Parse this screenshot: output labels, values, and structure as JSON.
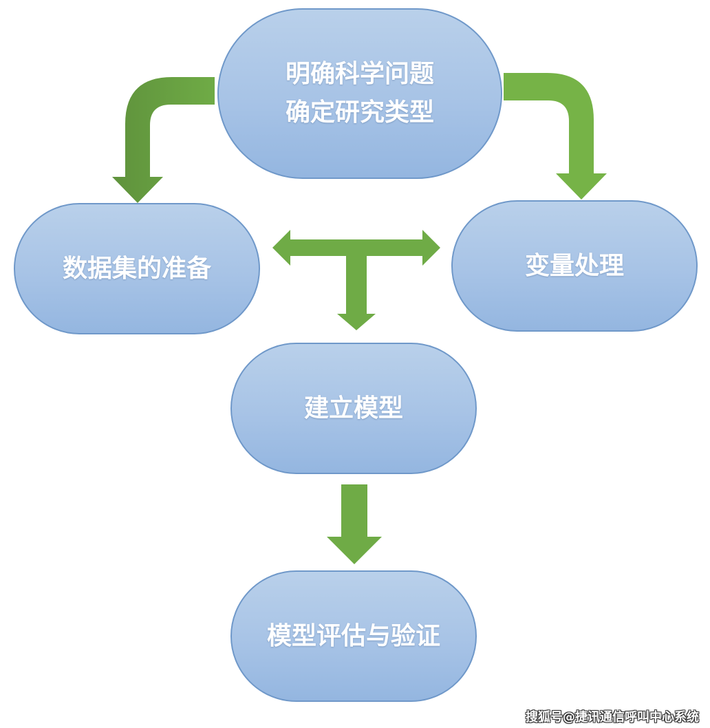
{
  "colors": {
    "node_fill_top": "#b9d0ea",
    "node_fill_bottom": "#94b6e0",
    "node_border": "#6f98c9",
    "node_text": "#ffffff",
    "arrow_green": "#6fab46",
    "arrow_green_dark": "#5f923c"
  },
  "nodes": [
    {
      "id": "n1",
      "lines": [
        "明确科学问题",
        "确定研究类型"
      ]
    },
    {
      "id": "n2",
      "lines": [
        "数据集的准备"
      ]
    },
    {
      "id": "n3",
      "lines": [
        "变量处理"
      ]
    },
    {
      "id": "n4",
      "lines": [
        "建立模型"
      ]
    },
    {
      "id": "n5",
      "lines": [
        "模型评估与验证"
      ]
    }
  ],
  "watermark": "搜狐号@捷讯通信呼叫中心系统"
}
